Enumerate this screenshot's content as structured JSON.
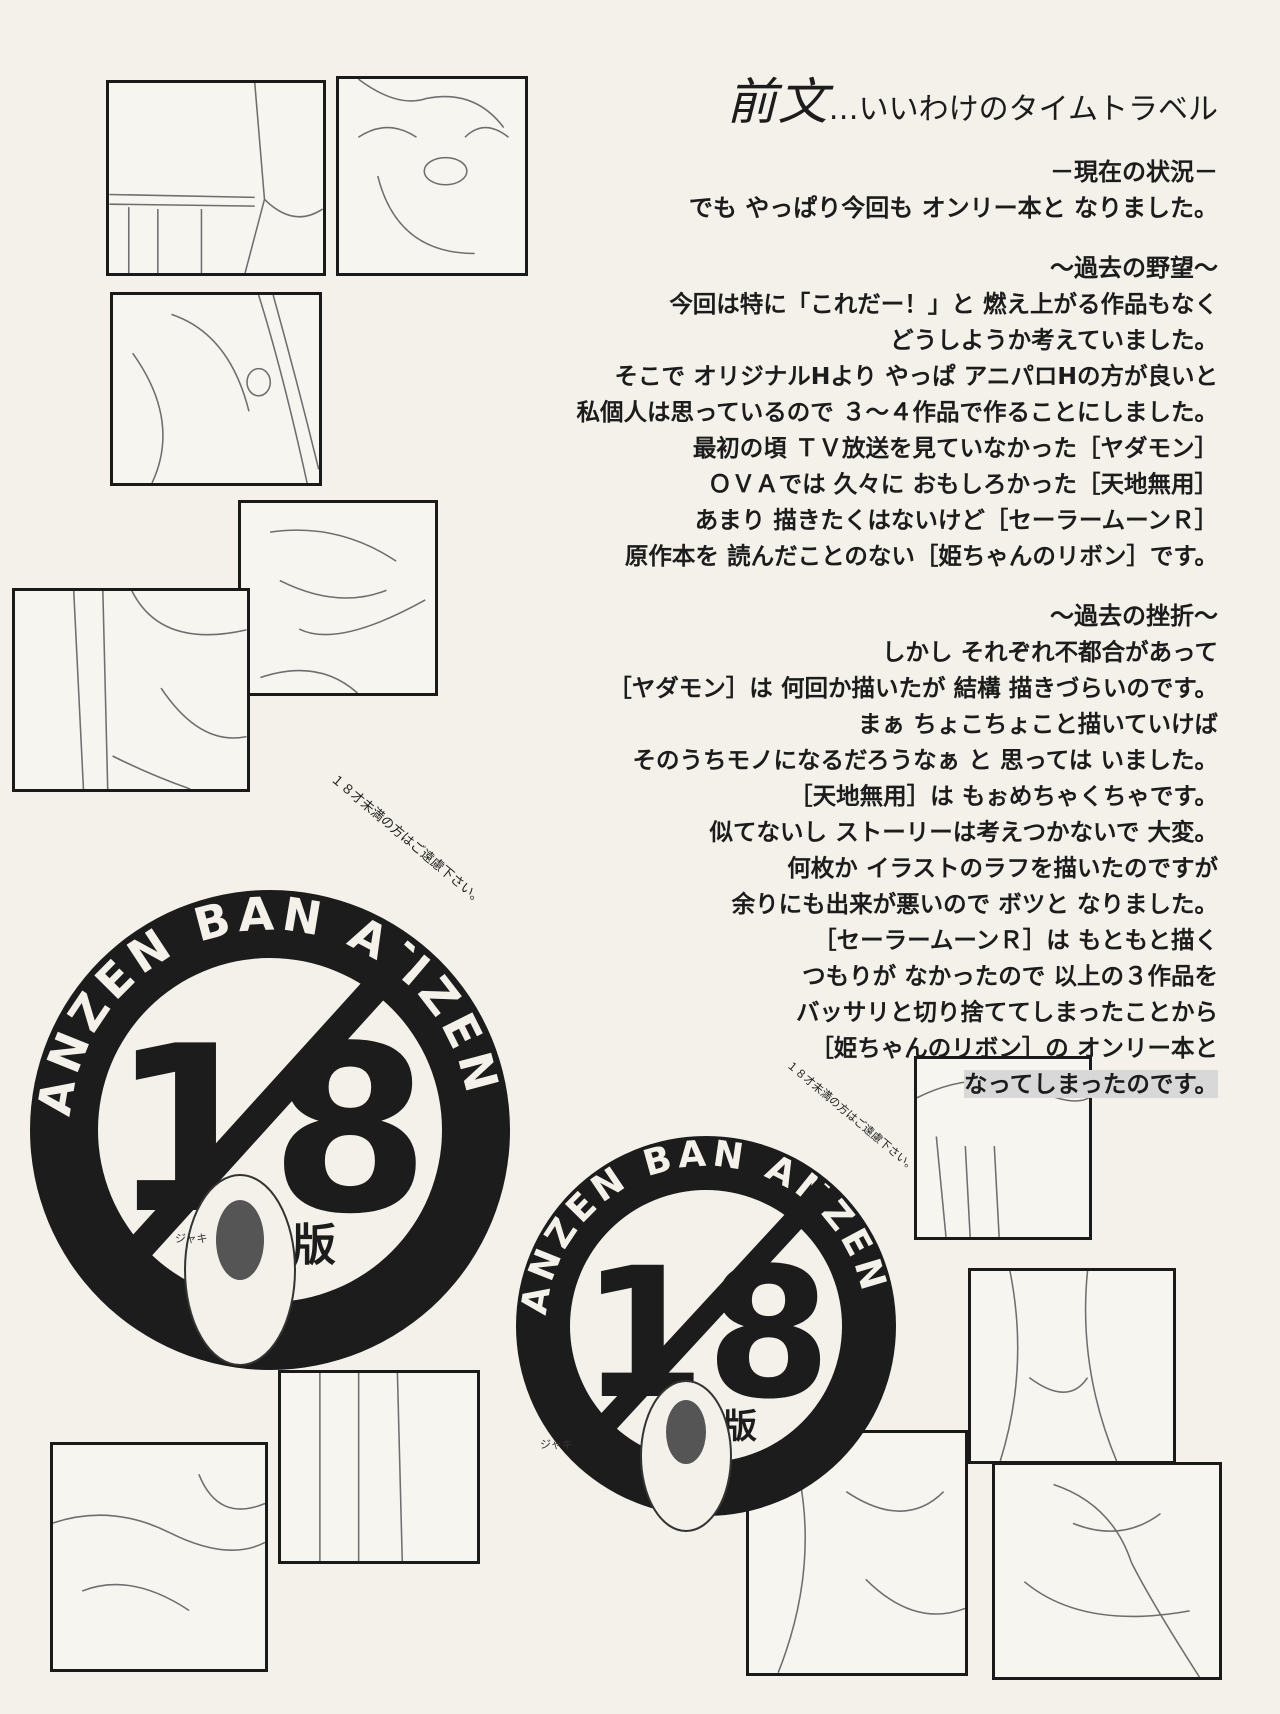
{
  "title": {
    "main": "前文",
    "sub": "…いいわけのタイムトラベル"
  },
  "sections": [
    {
      "heading": "－現在の状況－",
      "lines": [
        "でも やっぱり今回も オンリー本と なりました。"
      ]
    },
    {
      "heading": "〜過去の野望〜",
      "lines": [
        "今回は特に「これだー！」と 燃え上がる作品もなく",
        "どうしようか考えていました。",
        "そこで オリジナルHより やっぱ アニパロHの方が良いと",
        "私個人は思っているので ３〜４作品で作ることにしました。",
        "最初の頃 ＴＶ放送を見ていなかった［ヤダモン］",
        "ＯＶＡでは 久々に おもしろかった［天地無用］",
        "あまり 描きたくはないけど［セーラームーンＲ］",
        "原作本を 読んだことのない［姫ちゃんのリボン］です。"
      ]
    },
    {
      "heading": "〜過去の挫折〜",
      "lines": [
        "しかし それぞれ不都合があって",
        "［ヤダモン］は 何回か描いたが 結構 描きづらいのです。",
        "まぁ ちょこちょこと描いていけば",
        "そのうちモノになるだろうなぁ と 思っては いました。",
        "［天地無用］は もぉめちゃくちゃです。",
        "似てないし ストーリーは考えつかないで 大変。",
        "何枚か イラストのラフを描いたのですが",
        "余りにも出来が悪いので ボツと なりました。",
        "［セーラームーンＲ］は もともと描く",
        "つもりが なかったので 以上の３作品を",
        "バッサリと切り捨ててしまったことから",
        "［姫ちゃんのリボン］の オンリー本と",
        "なってしまったのです。"
      ]
    }
  ],
  "stamp": {
    "ring_text": "ANZEN BAN ANZEN BAN",
    "number": "18",
    "label": "安全版",
    "note": "１８才未満の方はご遠慮下さい。",
    "sfx": "ジャキ"
  },
  "colors": {
    "ink": "#1c1c1c",
    "paper": "#f3f1ea",
    "sketch": "#6e6e6e"
  }
}
